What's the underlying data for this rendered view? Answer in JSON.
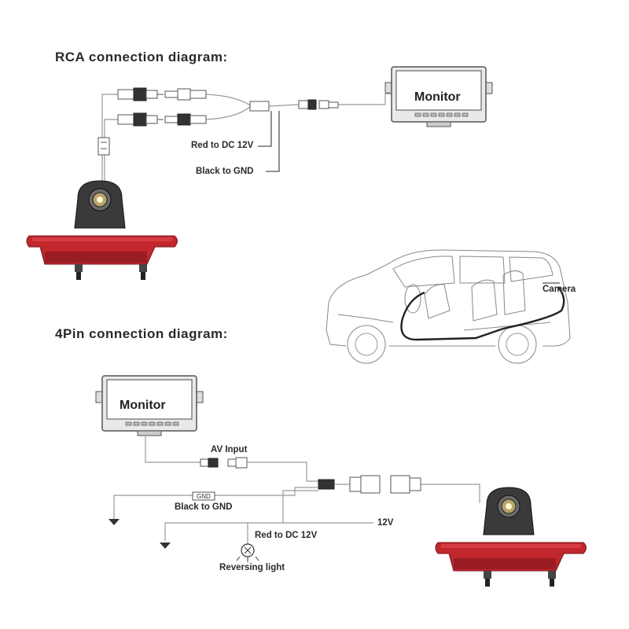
{
  "rca": {
    "heading": "RCA connection diagram:",
    "monitor_label": "Monitor",
    "red_label": "Red to DC 12V",
    "black_label": "Black to GND"
  },
  "car": {
    "camera_label": "Camera"
  },
  "pin4": {
    "heading": "4Pin connection diagram:",
    "monitor_label": "Monitor",
    "av_input_label": "AV Input",
    "gnd_box_label": "GND",
    "black_label": "Black to GND",
    "volt_label": "12V",
    "red_label": "Red to DC 12V",
    "reversing_label": "Reversing light"
  },
  "colors": {
    "camera_red": "#c1272d",
    "camera_dark_red": "#8e1c20",
    "camera_body": "#3a3a3a"
  }
}
